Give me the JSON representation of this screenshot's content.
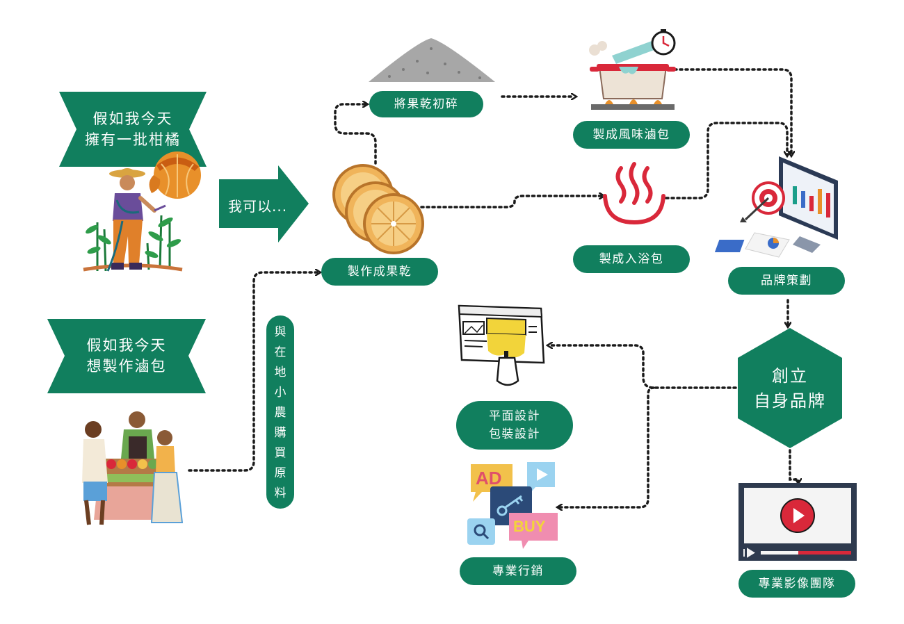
{
  "banners": {
    "top": "假如我今天\n擁有一批柑橘",
    "bottom": "假如我今天\n想製作滷包"
  },
  "arrow_label": "我可以...",
  "vertical_label": "與在地小農購買原料",
  "hexagon_label": "創立\n自身品牌",
  "steps": {
    "dried_fruit": "製作成果乾",
    "crush": "將果乾初碎",
    "marinade": "製成風味滷包",
    "bath": "製成入浴包",
    "brand_plan": "品牌策劃",
    "design": "平面設計\n包裝設計",
    "marketing": "專業行銷",
    "video": "專業影像團隊"
  },
  "ad_icon": {
    "ad": "AD",
    "buy": "BUY"
  },
  "colors": {
    "green": "#117f5e",
    "orange": "#e8902a",
    "red": "#d9283a",
    "dark": "#1a1a1a"
  }
}
